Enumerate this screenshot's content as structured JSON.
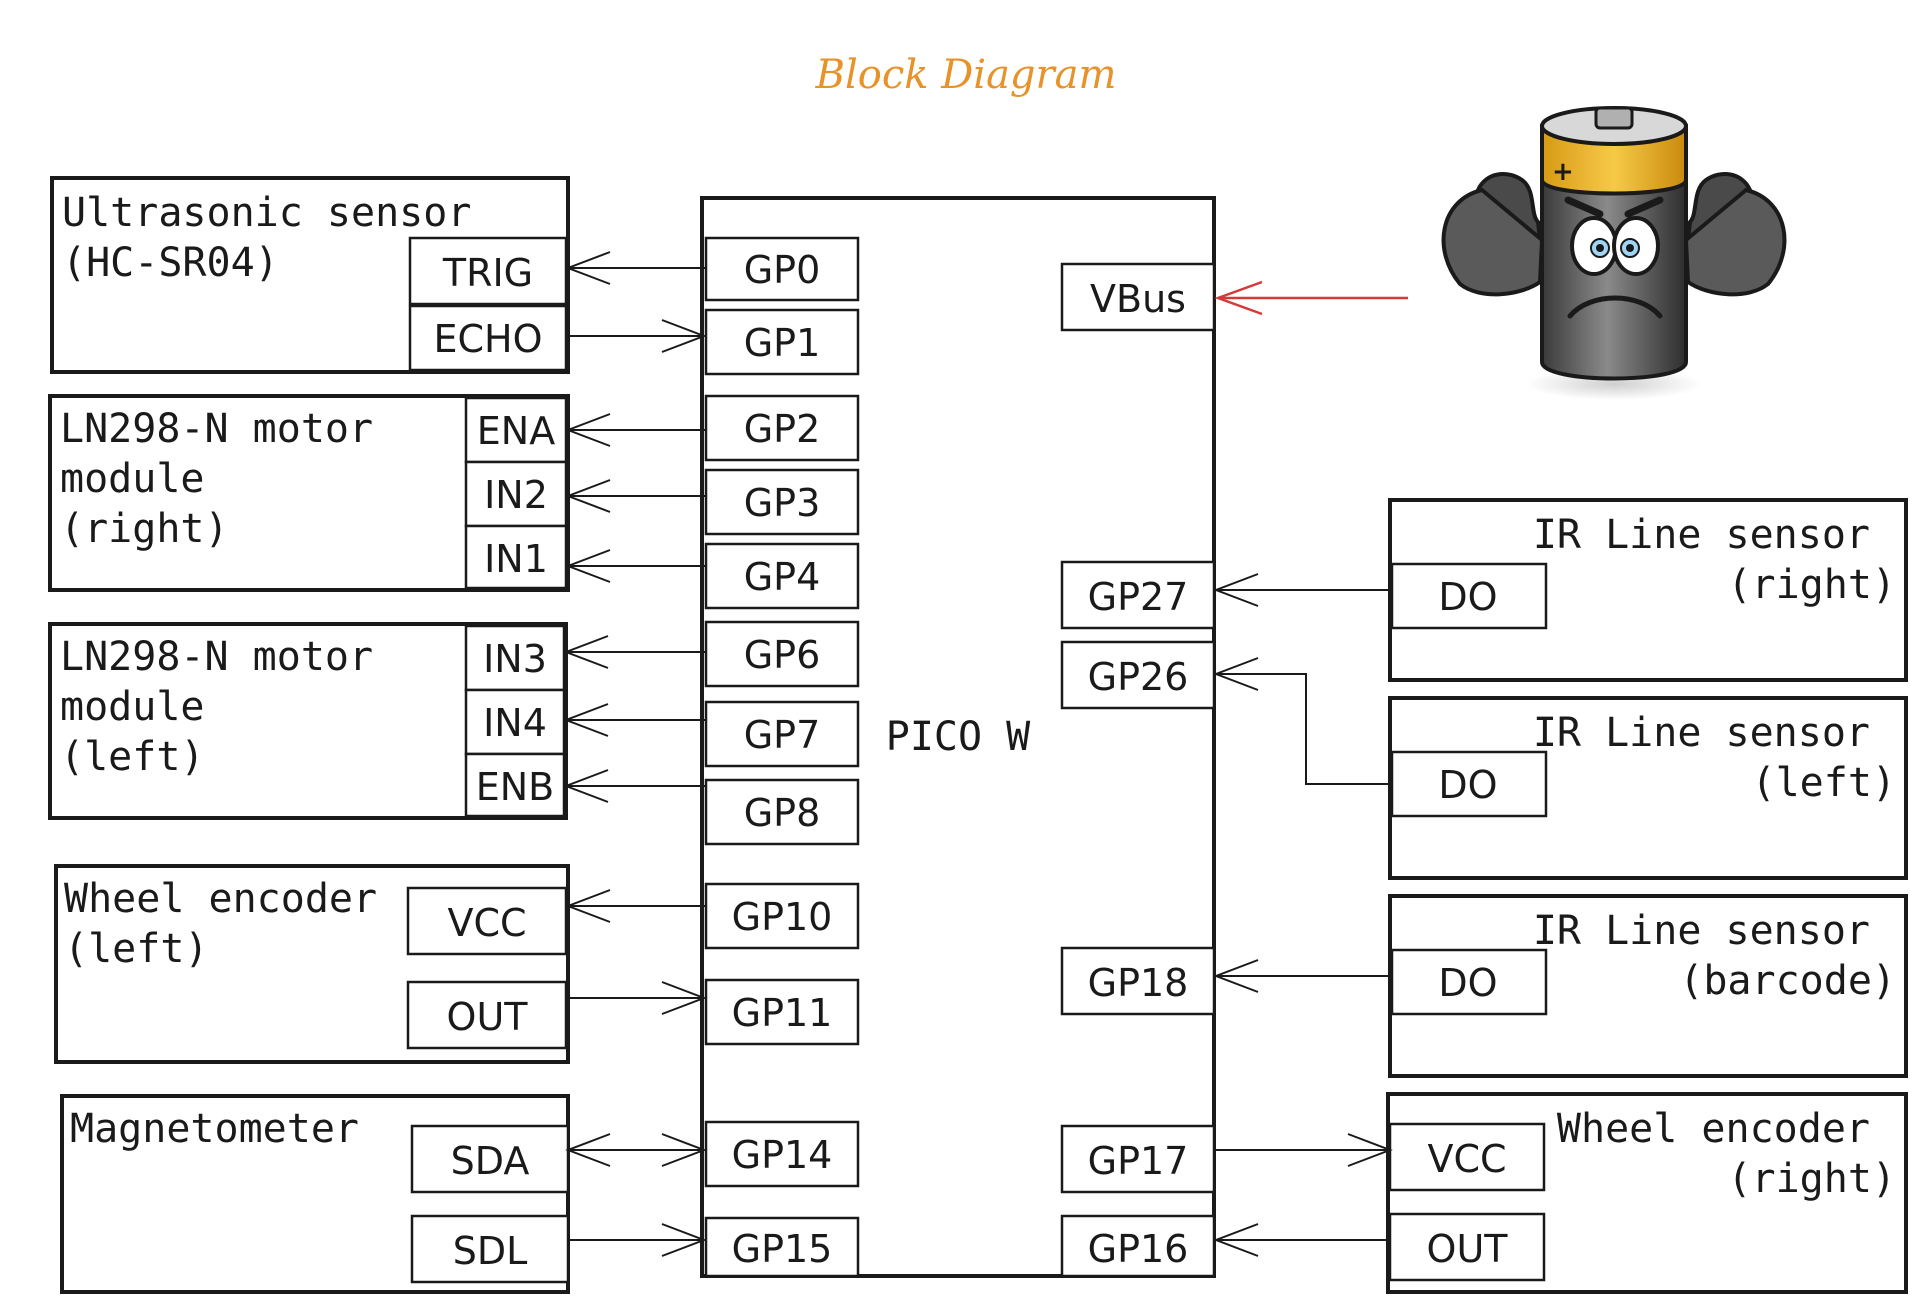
{
  "title": "Block Diagram",
  "colors": {
    "title": "#e8922a",
    "line": "#1a1a1a",
    "power_arrow": "#d43a3a"
  },
  "pico": {
    "label": "PICO W",
    "left_pins": [
      "GP0",
      "GP1",
      "GP2",
      "GP3",
      "GP4",
      "GP6",
      "GP7",
      "GP8",
      "GP10",
      "GP11",
      "GP14",
      "GP15"
    ],
    "right_pins": [
      "VBus",
      "GP27",
      "GP26",
      "GP18",
      "GP17",
      "GP16"
    ]
  },
  "modules": {
    "ultrasonic": {
      "name": [
        "Ultrasonic sensor",
        "(HC-SR04)"
      ],
      "pins": [
        "TRIG",
        "ECHO"
      ]
    },
    "motor_right": {
      "name": [
        "LN298-N motor",
        "module",
        "(right)"
      ],
      "pins": [
        "ENA",
        "IN2",
        "IN1"
      ]
    },
    "motor_left": {
      "name": [
        "LN298-N motor",
        "module",
        "(left)"
      ],
      "pins": [
        "IN3",
        "IN4",
        "ENB"
      ]
    },
    "encoder_left": {
      "name": [
        "Wheel encoder",
        "(left)"
      ],
      "pins": [
        "VCC",
        "OUT"
      ]
    },
    "magnetometer": {
      "name": [
        "Magnetometer"
      ],
      "pins": [
        "SDA",
        "SDL"
      ]
    },
    "ir_right": {
      "name": [
        "IR Line sensor",
        "(right)"
      ],
      "pins": [
        "DO"
      ]
    },
    "ir_left": {
      "name": [
        "IR Line sensor",
        "(left)"
      ],
      "pins": [
        "DO"
      ]
    },
    "ir_barcode": {
      "name": [
        "IR Line sensor",
        "(barcode)"
      ],
      "pins": [
        "DO"
      ]
    },
    "encoder_right": {
      "name": [
        "Wheel encoder",
        "(right)"
      ],
      "pins": [
        "VCC",
        "OUT"
      ]
    }
  },
  "battery": {
    "icon": "battery-mascot-icon",
    "symbol": "+"
  }
}
